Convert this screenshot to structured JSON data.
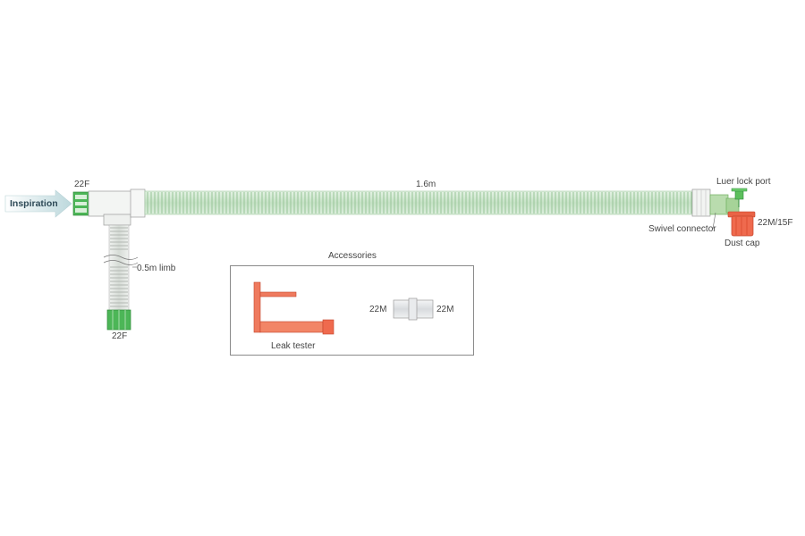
{
  "labels": {
    "inspiration": "Inspiration",
    "port_22f_top": "22F",
    "length_main": "1.6m",
    "luer_lock_port": "Luer lock port",
    "swivel_connector": "Swivel connector",
    "port_22m_15f": "22M/15F",
    "dust_cap": "Dust cap",
    "limb_length": "0.5m limb",
    "port_22f_bottom": "22F",
    "accessories": "Accessories",
    "leak_tester": "Leak tester",
    "adapter_left": "22M",
    "adapter_right": "22M"
  },
  "colors": {
    "tube": "#cfe6cf",
    "tube_rib": "#9cc79c",
    "connector_green": "#3fae49",
    "cuff": "#eef2ee",
    "red_part": "#ef6a4e",
    "red_dark": "#d94a2e",
    "arrow": "#cfe3e6",
    "grey_part": "#e2e4e6",
    "outline": "#8a8a8a"
  }
}
